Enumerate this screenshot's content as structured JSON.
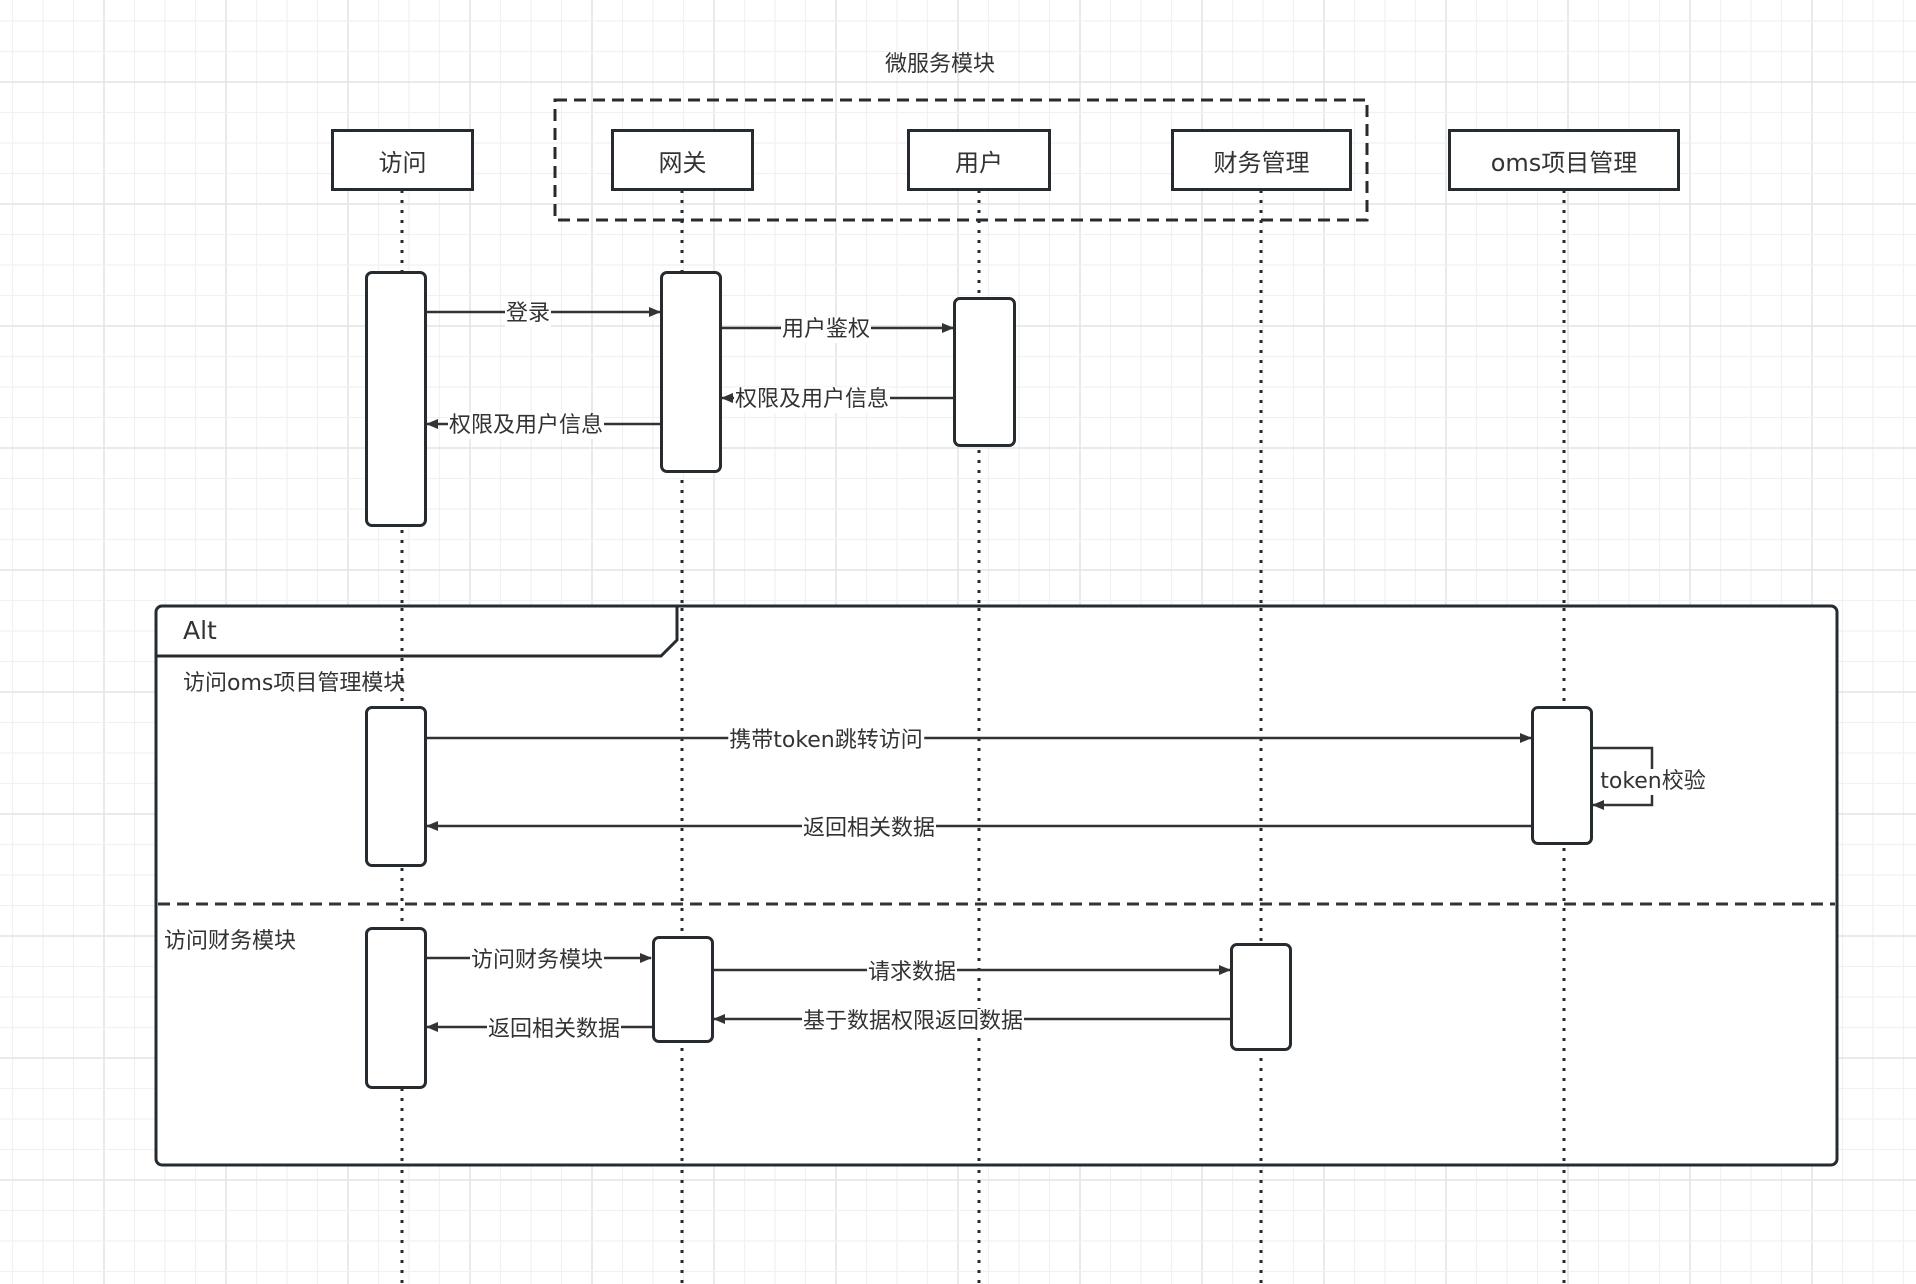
{
  "diagram": {
    "type": "sequence",
    "group_title": "微服务模块",
    "participants": [
      {
        "id": "visit",
        "label": "访问"
      },
      {
        "id": "gateway",
        "label": "网关"
      },
      {
        "id": "user",
        "label": "用户"
      },
      {
        "id": "finance",
        "label": "财务管理"
      },
      {
        "id": "oms",
        "label": "oms项目管理"
      }
    ],
    "grouped_participants": [
      "gateway",
      "user",
      "finance"
    ],
    "messages": [
      {
        "from": "visit",
        "to": "gateway",
        "label": "登录",
        "kind": "call"
      },
      {
        "from": "gateway",
        "to": "user",
        "label": "用户鉴权",
        "kind": "call"
      },
      {
        "from": "user",
        "to": "gateway",
        "label": "权限及用户信息",
        "kind": "return"
      },
      {
        "from": "gateway",
        "to": "visit",
        "label": "权限及用户信息",
        "kind": "return"
      }
    ],
    "alt": {
      "label": "Alt",
      "branches": [
        {
          "condition": "访问oms项目管理模块",
          "messages": [
            {
              "from": "visit",
              "to": "oms",
              "label": "携带token跳转访问",
              "kind": "call"
            },
            {
              "from": "oms",
              "to": "oms",
              "label": "token校验",
              "kind": "self"
            },
            {
              "from": "oms",
              "to": "visit",
              "label": "返回相关数据",
              "kind": "return"
            }
          ]
        },
        {
          "condition": "访问财务模块",
          "messages": [
            {
              "from": "visit",
              "to": "gateway",
              "label": "访问财务模块",
              "kind": "call"
            },
            {
              "from": "gateway",
              "to": "finance",
              "label": "请求数据",
              "kind": "call"
            },
            {
              "from": "finance",
              "to": "gateway",
              "label": "基于数据权限返回数据",
              "kind": "return"
            },
            {
              "from": "gateway",
              "to": "visit",
              "label": "返回相关数据",
              "kind": "return"
            }
          ]
        }
      ]
    }
  },
  "colors": {
    "stroke": "#262b30",
    "text": "#333333",
    "grid_minor": "#f1f1f1",
    "grid_major": "#e3e3e3"
  }
}
